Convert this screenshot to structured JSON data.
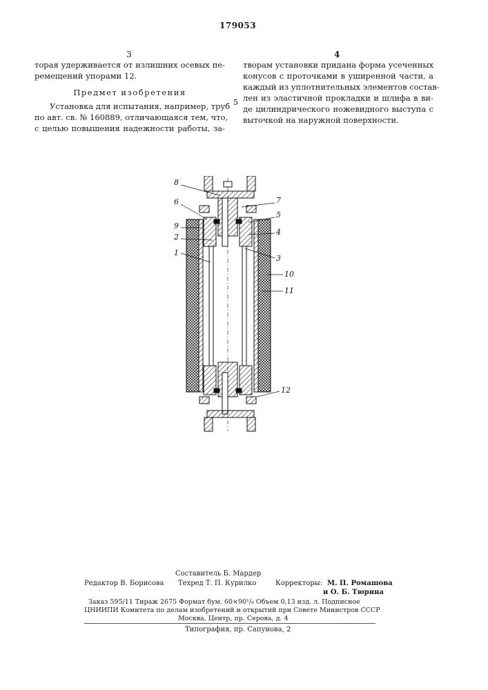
{
  "patent_number": "179053",
  "left_column": {
    "number": "3",
    "intro_lines": [
      "торая удерживается от излишних осевых пе-",
      "ремещений упорами 12."
    ],
    "heading": "Предмет изобретения",
    "claim_lines": [
      "Установка для испытания, например, труб",
      "по авт. св. № 160889, отличающаяся тем, что,",
      "с целью повышения надежности работы, за-"
    ]
  },
  "right_column": {
    "number": "4",
    "lines": [
      "творам установки придана форма усеченных",
      "конусов с проточками в уширенной части, а",
      "каждый из уплотнительных элементов состав-",
      "лен из эластичной прокладки и шлифа в ви-",
      "де цилиндрического ножевидного выступа с",
      "выточкой на наружной поверхности."
    ]
  },
  "line_number": "5",
  "figure": {
    "callouts": [
      "8",
      "7",
      "6",
      "5",
      "9",
      "4",
      "2",
      "3",
      "1",
      "10",
      "11",
      "12"
    ]
  },
  "footer": {
    "compiler": "Составитель Б. Мардер",
    "editor": "Редактор В. Борисова",
    "techred": "Техред Т. П. Курилко",
    "correctors_label": "Корректоры:",
    "corrector1": "М. П. Ромашова",
    "corrector2": "и О. Б. Тюрина",
    "order_line": "Заказ 595/11   Тираж 2675   Формат бум. 60×90¹/₈   Объем 0,13 изд. л.   Подписное",
    "org_line": "ЦНИИПИ Комитета по делам изобретений и открытий при Совете Министров СССР",
    "address_line": "Москва, Центр, пр. Серова, д. 4",
    "printing_line": "Типография, пр. Сапунова, 2"
  }
}
